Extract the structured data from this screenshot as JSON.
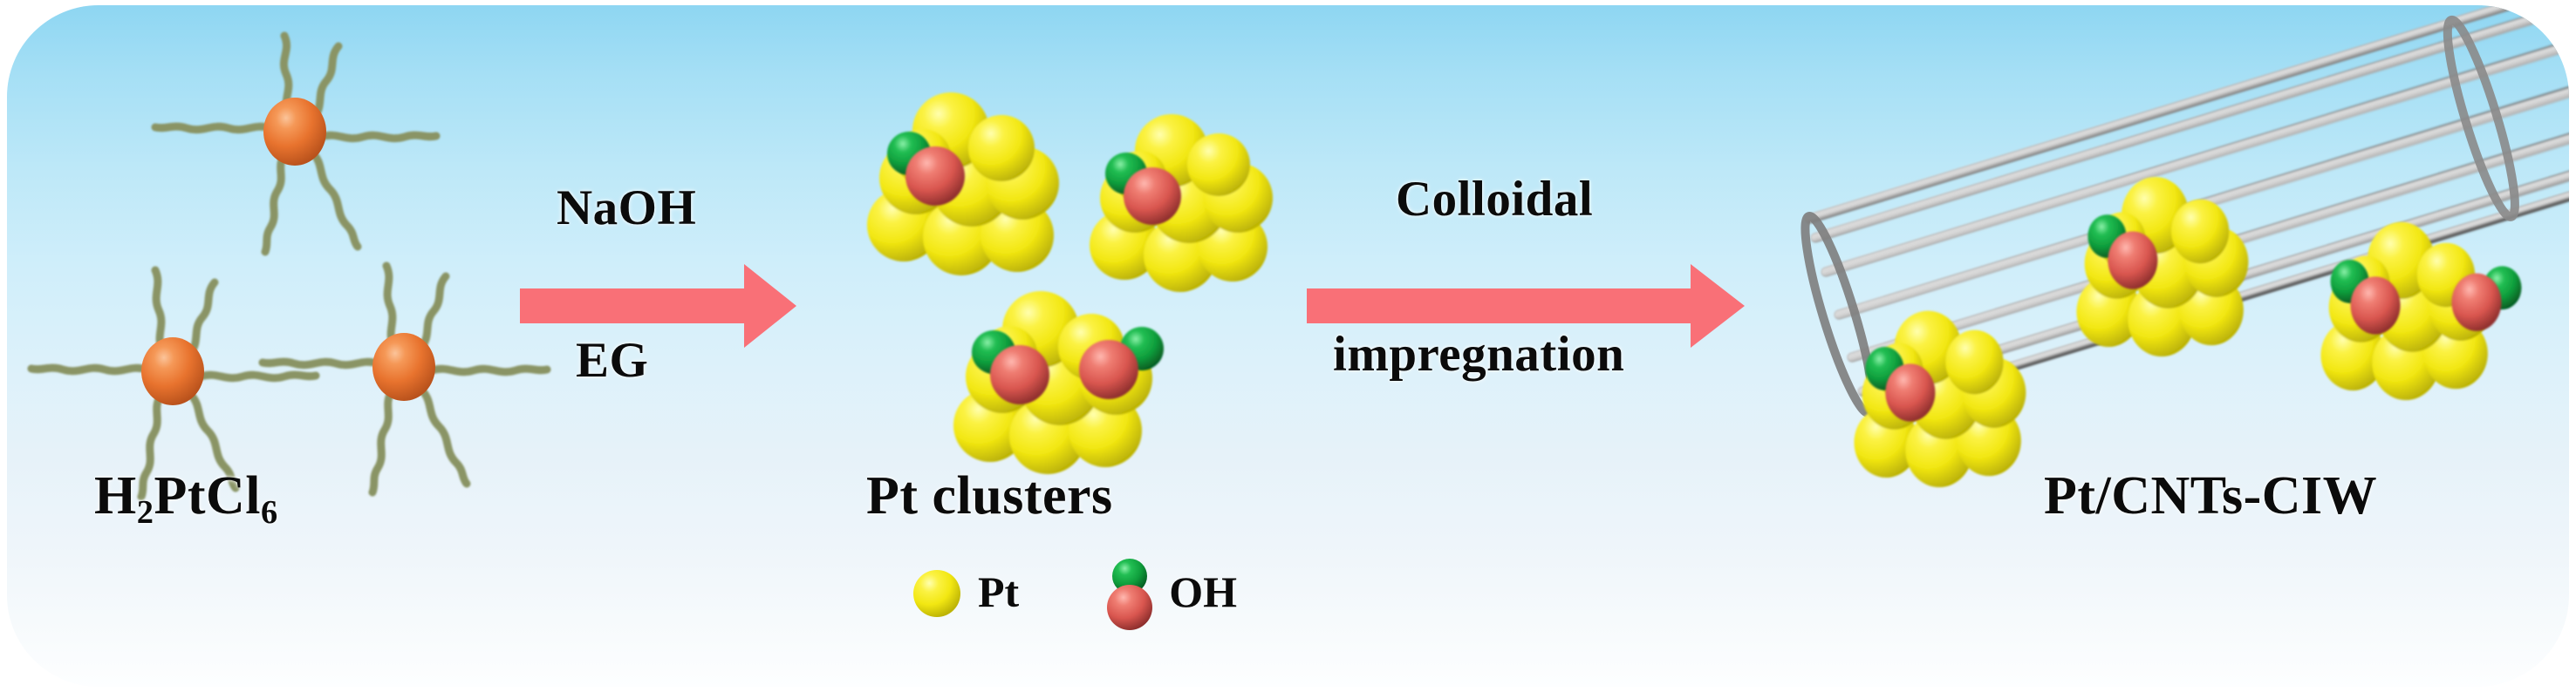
{
  "figure": {
    "type": "scheme",
    "title": "Synthesis scheme of Pt/CNTs-CIW catalyst",
    "background_top_color": "#8ed6f2",
    "background_bottom_color": "#fdfeff",
    "arrow_color": "#f97077"
  },
  "stages": {
    "precursor": {
      "label_main": "H",
      "label_sub1": "2",
      "label_mid": "PtCl",
      "label_sub2": "6",
      "species_color": "#e8732e",
      "ligand_color": "#8a9465",
      "molecule_count": 3
    },
    "clusters": {
      "label": "Pt clusters",
      "pt_color": "#f2e712",
      "o_color": "#d9564f",
      "h_color": "#0f9e3c",
      "cluster_count": 3
    },
    "product": {
      "label": "Pt/CNTs-CIW",
      "cnt_color": "#8c8c8c",
      "supported_cluster_count": 3
    }
  },
  "arrows": [
    {
      "name": "arrow-naoh-eg",
      "above_label": "NaOH",
      "below_label": "EG"
    },
    {
      "name": "arrow-colloidal",
      "above_label": "Colloidal",
      "below_label": "impregnation"
    }
  ],
  "legend": {
    "items": [
      {
        "symbol": "pt-sphere",
        "label": "Pt"
      },
      {
        "symbol": "oh-pair",
        "label": "OH"
      }
    ]
  }
}
